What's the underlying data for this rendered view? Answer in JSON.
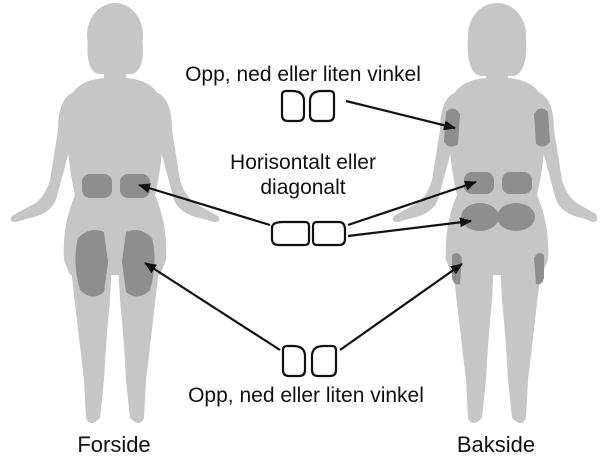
{
  "diagram": {
    "labels": {
      "top_orientation": "Opp, ned eller liten vinkel",
      "middle_orientation_line1": "Horisontalt eller",
      "middle_orientation_line2": "diagonalt",
      "bottom_orientation": "Opp, ned eller liten vinkel",
      "front_caption": "Forside",
      "back_caption": "Bakside"
    },
    "figures": [
      {
        "name": "front",
        "injection_sites": [
          "abdomen-left",
          "abdomen-right",
          "thigh-left",
          "thigh-right"
        ]
      },
      {
        "name": "back",
        "injection_sites": [
          "upper-arm-left",
          "upper-arm-right",
          "lower-back-left",
          "lower-back-right",
          "buttock-left",
          "buttock-right"
        ]
      }
    ],
    "colors": {
      "body": "#c6c6c6",
      "injection_site": "#8e8e8e",
      "outline": "#111111"
    }
  }
}
